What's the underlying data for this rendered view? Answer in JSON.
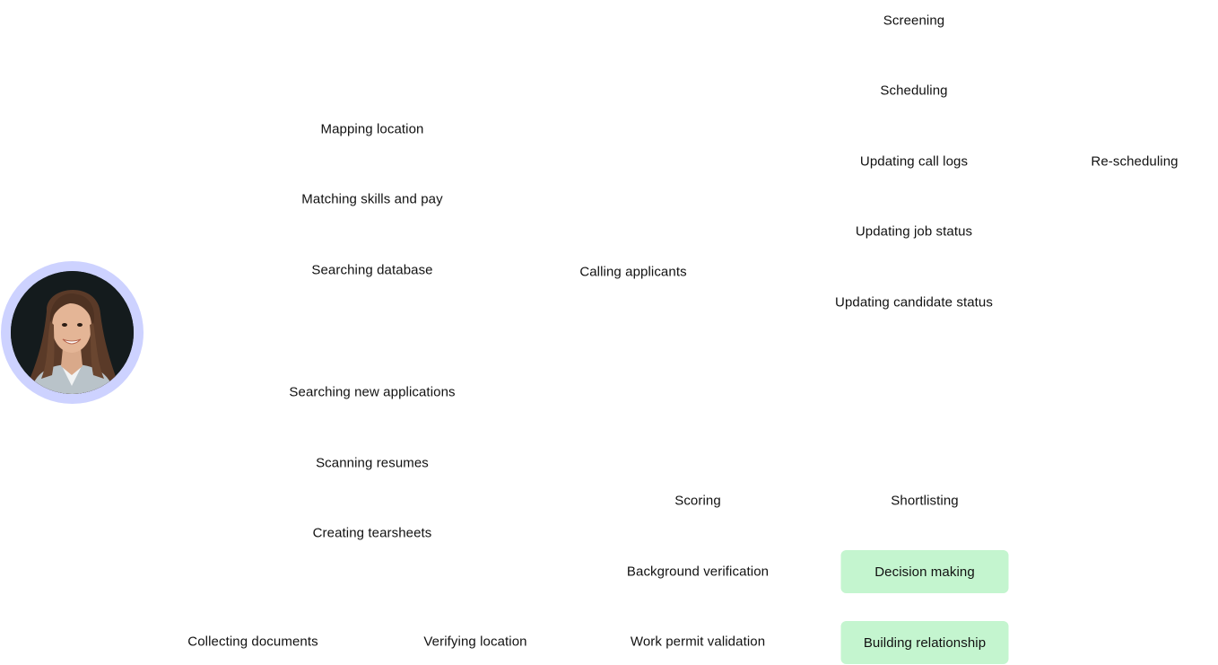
{
  "colors": {
    "background": "#ffffff",
    "text": "#111111",
    "avatar_ring": "#cdd2ff",
    "highlight": "#c4f5cf"
  },
  "avatar": {
    "icon": "person-photo"
  },
  "nodes": {
    "screening": "Screening",
    "scheduling": "Scheduling",
    "mapping_location": "Mapping location",
    "updating_call_logs": "Updating call logs",
    "re_scheduling": "Re-scheduling",
    "matching_skills_and_pay": "Matching skills and pay",
    "updating_job_status": "Updating job status",
    "searching_database": "Searching database",
    "calling_applicants": "Calling applicants",
    "updating_candidate_status": "Updating candidate status",
    "searching_new_applications": "Searching new applications",
    "scanning_resumes": "Scanning resumes",
    "scoring": "Scoring",
    "shortlisting": "Shortlisting",
    "creating_tearsheets": "Creating tearsheets",
    "background_verification": "Background verification",
    "decision_making": "Decision making",
    "collecting_documents": "Collecting documents",
    "verifying_location": "Verifying location",
    "work_permit_validation": "Work permit validation",
    "building_relationship": "Building relationship"
  }
}
